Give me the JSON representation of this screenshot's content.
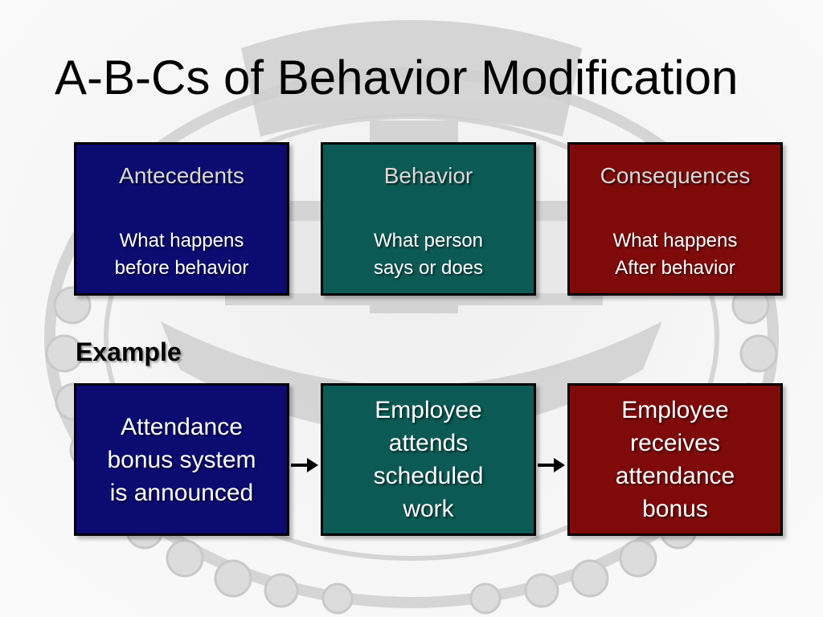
{
  "slide": {
    "title": "A-B-Cs of Behavior Modification",
    "columns": [
      {
        "heading": "Antecedents",
        "description_lines": [
          "What happens",
          "before behavior"
        ]
      },
      {
        "heading": "Behavior",
        "description_lines": [
          "What person",
          "says or does"
        ]
      },
      {
        "heading": "Consequences",
        "description_lines": [
          "What happens",
          "After behavior"
        ]
      }
    ],
    "example_label": "Example",
    "examples": [
      {
        "lines": [
          "Attendance",
          "bonus system",
          "is announced"
        ]
      },
      {
        "lines": [
          "Employee",
          "attends",
          "scheduled",
          "work"
        ]
      },
      {
        "lines": [
          "Employee",
          "receives",
          "attendance",
          "bonus"
        ]
      }
    ],
    "colors": {
      "antecedents_box": "#0b0b72",
      "behavior_box": "#0c5a55",
      "consequences_box": "#7e0a0a",
      "heading_text": "#d8d8d8"
    }
  }
}
